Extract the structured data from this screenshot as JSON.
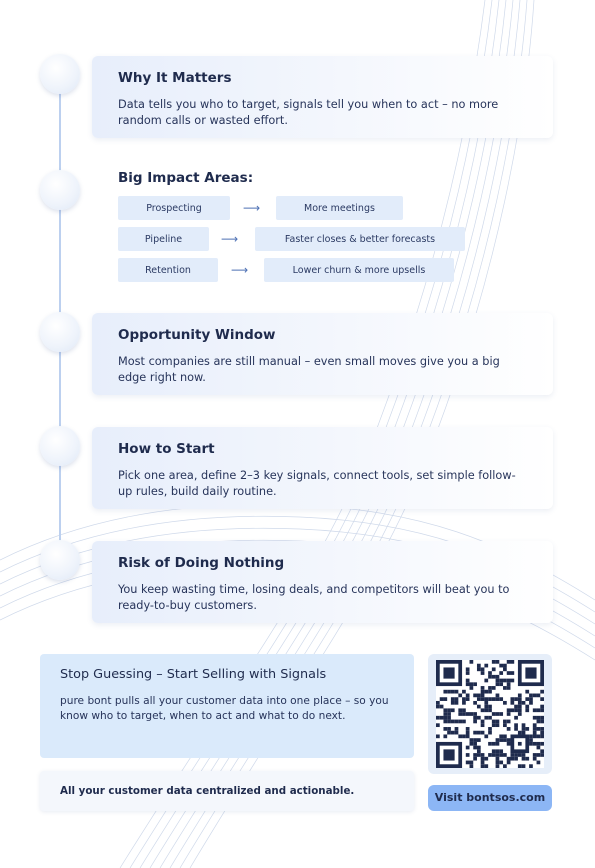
{
  "colors": {
    "accent": "#1f2b4d",
    "card_bg": "#e7eefb",
    "pill_bg": "#e2ecfa",
    "cta_bg": "#daeafb",
    "button_bg": "#8cb6f5",
    "qr_color": "#1f2b4d"
  },
  "sections": [
    {
      "title": "Why It Matters",
      "body": "Data tells you who to target, signals tell you when to act – no more random calls or wasted effort."
    },
    {
      "title": "Opportunity Window",
      "body": "Most companies are still manual – even small moves give you a big edge right now."
    },
    {
      "title": "How to Start",
      "body": "Pick one area, define 2–3 key signals, connect tools, set simple follow-up rules, build daily routine."
    },
    {
      "title": "Risk of Doing Nothing",
      "body": "You keep wasting time, losing deals, and competitors will beat you to ready-to-buy customers."
    }
  ],
  "impact": {
    "title": "Big Impact Areas:",
    "rows": [
      {
        "area": "Prospecting",
        "arrow": "⟶",
        "result": "More meetings"
      },
      {
        "area": "Pipeline",
        "arrow": "⟶",
        "result": "Faster closes & better forecasts"
      },
      {
        "area": "Retention",
        "arrow": "⟶",
        "result": "Lower churn & more upsells"
      }
    ]
  },
  "cta": {
    "title": "Stop Guessing – Start Selling with Signals",
    "body": "pure bont pulls all your customer data into one place – so you know who to target, when to act and what to do next."
  },
  "tagline": "All your customer data centralized and actionable.",
  "qr": {
    "icon": "qr-code-icon"
  },
  "visit_label": "Visit bontsos.com"
}
